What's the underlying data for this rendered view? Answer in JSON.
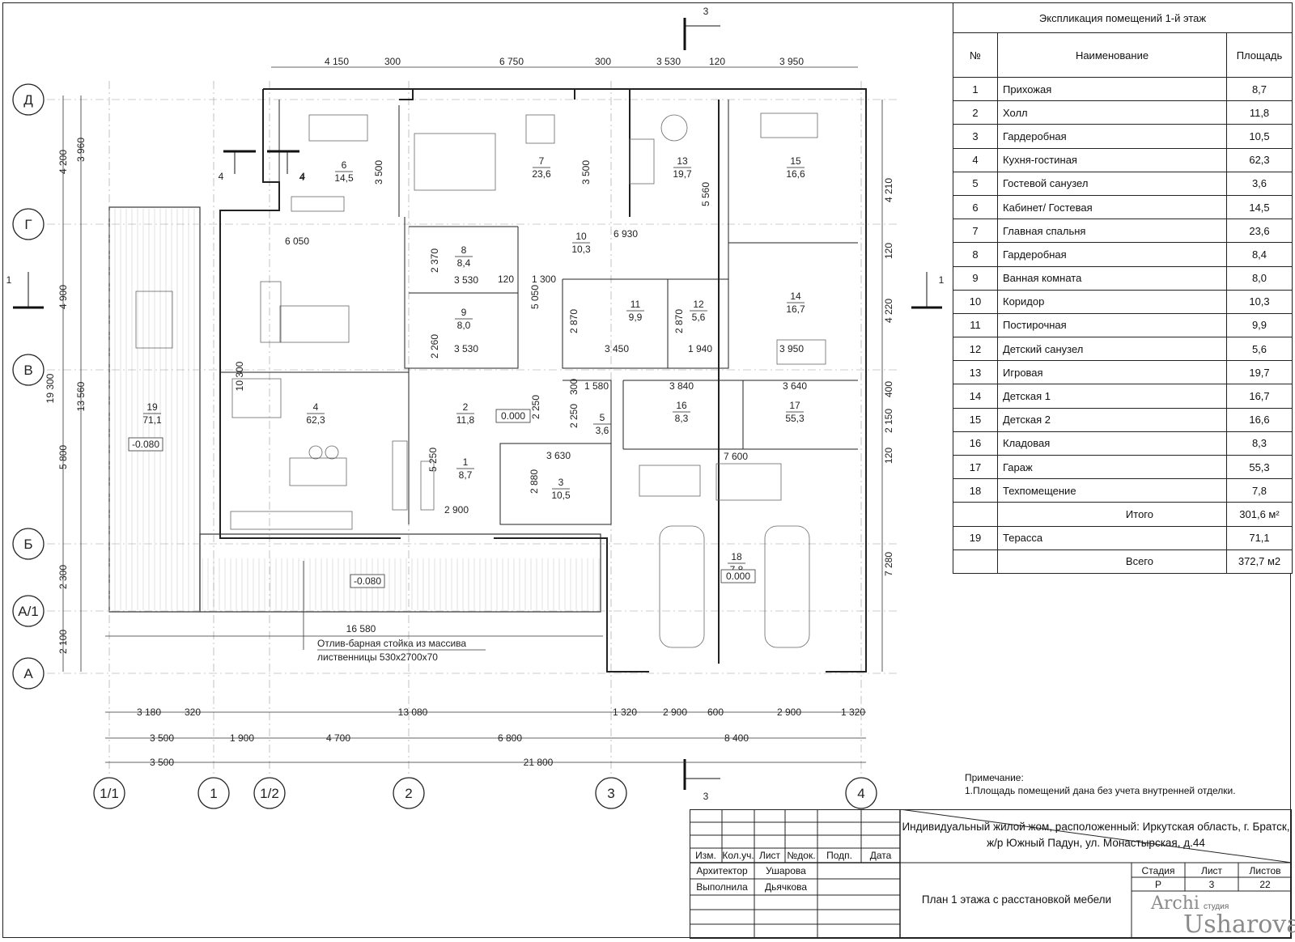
{
  "explication": {
    "title": "Экспликация помещений  1-й этаж",
    "headers": [
      "№",
      "Наименование",
      "Площадь"
    ],
    "rows": [
      [
        "1",
        "Прихожая",
        "8,7"
      ],
      [
        "2",
        "Холл",
        "11,8"
      ],
      [
        "3",
        "Гардеробная",
        "10,5"
      ],
      [
        "4",
        "Кухня-гостиная",
        "62,3"
      ],
      [
        "5",
        "Гостевой санузел",
        "3,6"
      ],
      [
        "6",
        "Кабинет/ Гостевая",
        "14,5"
      ],
      [
        "7",
        "Главная спальня",
        "23,6"
      ],
      [
        "8",
        "Гардеробная",
        "8,4"
      ],
      [
        "9",
        "Ванная комната",
        "8,0"
      ],
      [
        "10",
        "Коридор",
        "10,3"
      ],
      [
        "11",
        "Постирочная",
        "9,9"
      ],
      [
        "12",
        "Детский санузел",
        "5,6"
      ],
      [
        "13",
        "Игровая",
        "19,7"
      ],
      [
        "14",
        "Детская 1",
        "16,7"
      ],
      [
        "15",
        "Детская 2",
        "16,6"
      ],
      [
        "16",
        "Кладовая",
        "8,3"
      ],
      [
        "17",
        "Гараж",
        "55,3"
      ],
      [
        "18",
        "Техпомещение",
        "7,8"
      ]
    ],
    "subtotal_label": "Итого",
    "subtotal_value": "301,6 м²",
    "terrace": [
      "19",
      "Терасса",
      "71,1"
    ],
    "total_label": "Всего",
    "total_value": "372,7 м2"
  },
  "note": {
    "title": "Примечание:",
    "text": "1.Площадь помещений дана без учета внутренней отделки."
  },
  "title_block": {
    "col_headers": [
      "Изм.",
      "Кол.уч.",
      "Лист",
      "№док.",
      "Подп.",
      "Дата"
    ],
    "project": "Индивидуальный жилой жом, расположенный: Иркутская область, г. Братск, ж/р Южный Падун, ул. Монастырская, д.44",
    "roles": [
      [
        "Архитектор",
        "Ушарова"
      ],
      [
        "Выполнила",
        "Дьячкова"
      ]
    ],
    "sheet_title": "План 1 этажа с расстановкой мебели",
    "stage_headers": [
      "Стадия",
      "Лист",
      "Листов"
    ],
    "stage_values": [
      "Р",
      "3",
      "22"
    ],
    "logo_top": "Archi",
    "logo_small": "студия",
    "logo_bottom": "Usharova"
  },
  "plan": {
    "axes_h": [
      "Д",
      "Г",
      "В",
      "Б",
      "А/1",
      "А"
    ],
    "axes_v": [
      "1/1",
      "1",
      "1/2",
      "2",
      "3",
      "4"
    ],
    "section_labels": [
      "3",
      "3",
      "1",
      "1",
      "4",
      "4"
    ],
    "rooms": [
      {
        "n": "1",
        "a": "8,7"
      },
      {
        "n": "2",
        "a": "11,8"
      },
      {
        "n": "3",
        "a": "10,5"
      },
      {
        "n": "4",
        "a": "62,3"
      },
      {
        "n": "5",
        "a": "3,6"
      },
      {
        "n": "6",
        "a": "14,5"
      },
      {
        "n": "7",
        "a": "23,6"
      },
      {
        "n": "8",
        "a": "8,4"
      },
      {
        "n": "9",
        "a": "8,0"
      },
      {
        "n": "10",
        "a": "10,3"
      },
      {
        "n": "11",
        "a": "9,9"
      },
      {
        "n": "12",
        "a": "5,6"
      },
      {
        "n": "13",
        "a": "19,7"
      },
      {
        "n": "14",
        "a": "16,7"
      },
      {
        "n": "15",
        "a": "16,6"
      },
      {
        "n": "16",
        "a": "8,3"
      },
      {
        "n": "17",
        "a": "55,3"
      },
      {
        "n": "18",
        "a": "7,8"
      },
      {
        "n": "19",
        "a": "71,1"
      }
    ],
    "levels": [
      "-0.080",
      "0.000",
      "0.000",
      "-0.080"
    ],
    "dims_top": [
      "4 150",
      "300",
      "6 750",
      "300",
      "3 530",
      "120",
      "3 950"
    ],
    "dims_bottom1": [
      "3 180",
      "320",
      "13 080",
      "1 320",
      "2 900",
      "600",
      "2 900",
      "1 320"
    ],
    "dims_bottom2": [
      "3 500",
      "1 900",
      "4 700",
      "6 800",
      "8 400"
    ],
    "dims_bottom3": [
      "3 500",
      "21 800"
    ],
    "dims_left": [
      "4 200",
      "3 960",
      "4 900",
      "19 300",
      "13 560",
      "5 800",
      "2 300",
      "2 100"
    ],
    "dims_right": [
      "4 210",
      "120",
      "4 220",
      "400",
      "2 150",
      "120",
      "7 280"
    ],
    "dims_inner": [
      "6 050",
      "3 500",
      "3 500",
      "6 930",
      "5 560",
      "2 370",
      "3 530",
      "120",
      "1 300",
      "5 050",
      "2 260",
      "3 530",
      "2 870",
      "3 450",
      "2 870",
      "1 940",
      "3 950",
      "10 300",
      "1 580",
      "300",
      "2 250",
      "2 250",
      "3 840",
      "3 640",
      "3 630",
      "2 880",
      "7 600",
      "5 250",
      "2 900",
      "16 580",
      "4"
    ],
    "annotation": [
      "Отлив-барная стойка из массива",
      "лиственницы 530х2700х70"
    ]
  }
}
